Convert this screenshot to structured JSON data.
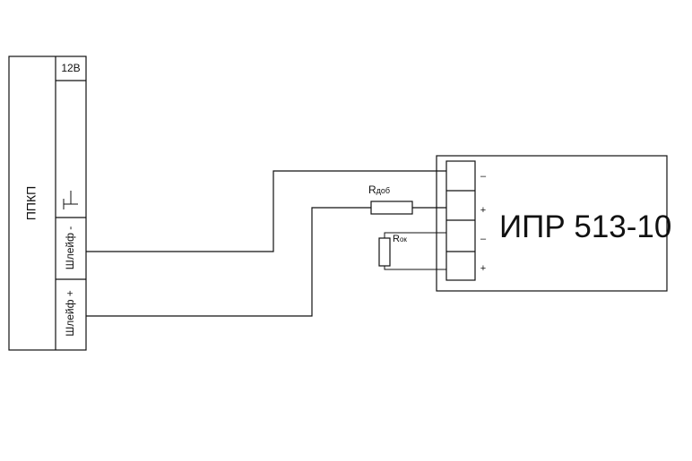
{
  "panel": {
    "name": "ППКП",
    "power_label": "12В",
    "loop_minus_label": "Шлейф -",
    "loop_plus_label": "Шлейф +"
  },
  "resistors": {
    "r_add_main": "R",
    "r_add_sub": "доб",
    "r_end_main": "R",
    "r_end_sub": "ок"
  },
  "detector": {
    "name": "ИПР 513-10",
    "terminals": [
      "–",
      "+",
      "–",
      "+"
    ]
  },
  "colors": {
    "line": "#111111",
    "background": "#ffffff"
  }
}
